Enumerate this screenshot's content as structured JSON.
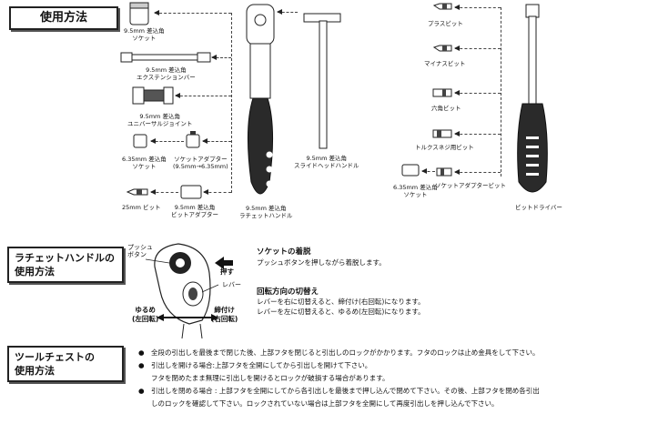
{
  "sections": {
    "usage": "使用方法",
    "ratchet_usage": [
      "ラチェットハンドルの",
      "使用方法"
    ],
    "chest_usage": [
      "ツールチェストの",
      "使用方法"
    ]
  },
  "parts": {
    "socket": [
      "9.5mm 差込角",
      "ソケット"
    ],
    "extension_bar": [
      "9.5mm 差込角",
      "エクステンションバー"
    ],
    "universal_joint": [
      "9.5mm 差込角",
      "ユニバーサルジョイント"
    ],
    "socket_635": [
      "6.35mm 差込角",
      "ソケット"
    ],
    "socket_adapter": [
      "ソケットアダプター",
      "(9.5mm→6.35mm)"
    ],
    "bit_25": "25mm ビット",
    "bit_adapter": [
      "9.5mm 差込角",
      "ビットアダプター"
    ],
    "ratchet_handle": [
      "9.5mm 差込角",
      "ラチェットハンドル"
    ],
    "slide_head_handle": [
      "9.5mm 差込角",
      "スライドヘッドハンドル"
    ],
    "plus_bit": "プラスビット",
    "minus_bit": "マイナスビット",
    "hex_bit": "六角ビット",
    "torx_bit": "トルクスネジ用ビット",
    "socket_adapter_bit": "ソケットアダプタービット",
    "socket_635_right": [
      "6.35mm 差込角",
      "ソケット"
    ],
    "bit_driver": "ビットドライバー"
  },
  "ratchet": {
    "push_button": [
      "プッシュ",
      "ボタン"
    ],
    "push": "押す",
    "lever": "レバー",
    "loosen": [
      "ゆるめ",
      "(左回転)"
    ],
    "tighten": [
      "締付け",
      "(右回転)"
    ],
    "socket_title": "ソケットの着脱",
    "socket_text": "プッシュボタンを押しながら着脱します。",
    "rotation_title": "回転方向の切替え",
    "rotation_text": [
      "レバーを右に切替えると、締付け(右回転)になります。",
      "レバーを左に切替えると、ゆるめ(左回転)になります。"
    ]
  },
  "chest": {
    "bullet": "●",
    "items": [
      [
        "全段の引出しを最後まで閉じた後、上部フタを閉じると引出しのロックがかかります。フタのロックは止め金具をして下さい。"
      ],
      [
        "引出しを開ける場合:上部フタを全開にしてから引出しを開けて下さい。",
        "フタを閉めたまま無理に引出しを開けるとロックが破損する場合があります。"
      ],
      [
        "引出しを閉める場合 : 上部フタを全開にしてから各引出しを最後まで押し込んで閉めて下さい。その後、上部フタを閉め各引出",
        "しのロックを確認して下さい。ロックされていない場合は上部フタを全開にして再度引出しを押し込んで下さい。"
      ]
    ]
  }
}
